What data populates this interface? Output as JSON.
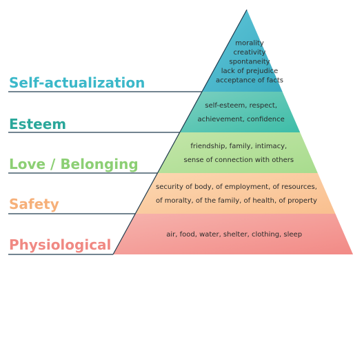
{
  "levels": [
    {
      "name": "Self-actualization",
      "color": "#3bb8c9",
      "fill_top": "#5fc6d8",
      "fill_bottom": "#39a9c0",
      "lines": [
        "morality",
        "creativity",
        "spontaneity",
        "lack of prejudice",
        "acceptance of facts"
      ]
    },
    {
      "name": "Esteem",
      "color": "#2aa79a",
      "fill_top": "#7ccfc0",
      "fill_bottom": "#3dbda8",
      "lines": [
        "self-esteem, respect,",
        "achievement, confidence"
      ]
    },
    {
      "name": "Love / Belonging",
      "color": "#8ccf74",
      "fill_top": "#c3e5a8",
      "fill_bottom": "#a8dc8e",
      "lines": [
        "friendship, family, intimacy,",
        "sense of connection with others"
      ]
    },
    {
      "name": "Safety",
      "color": "#f6b079",
      "fill_top": "#fcd7b1",
      "fill_bottom": "#f9bf8f",
      "lines": [
        "security of body, of employment, of resources,",
        "of moralty, of the family, of health, of property"
      ]
    },
    {
      "name": "Physiological",
      "color": "#f08983",
      "fill_top": "#f6b3ad",
      "fill_bottom": "#f28a86",
      "lines": [
        "air, food, water, shelter, clothing, sleep"
      ]
    }
  ],
  "line_color": "#1f3a4d"
}
